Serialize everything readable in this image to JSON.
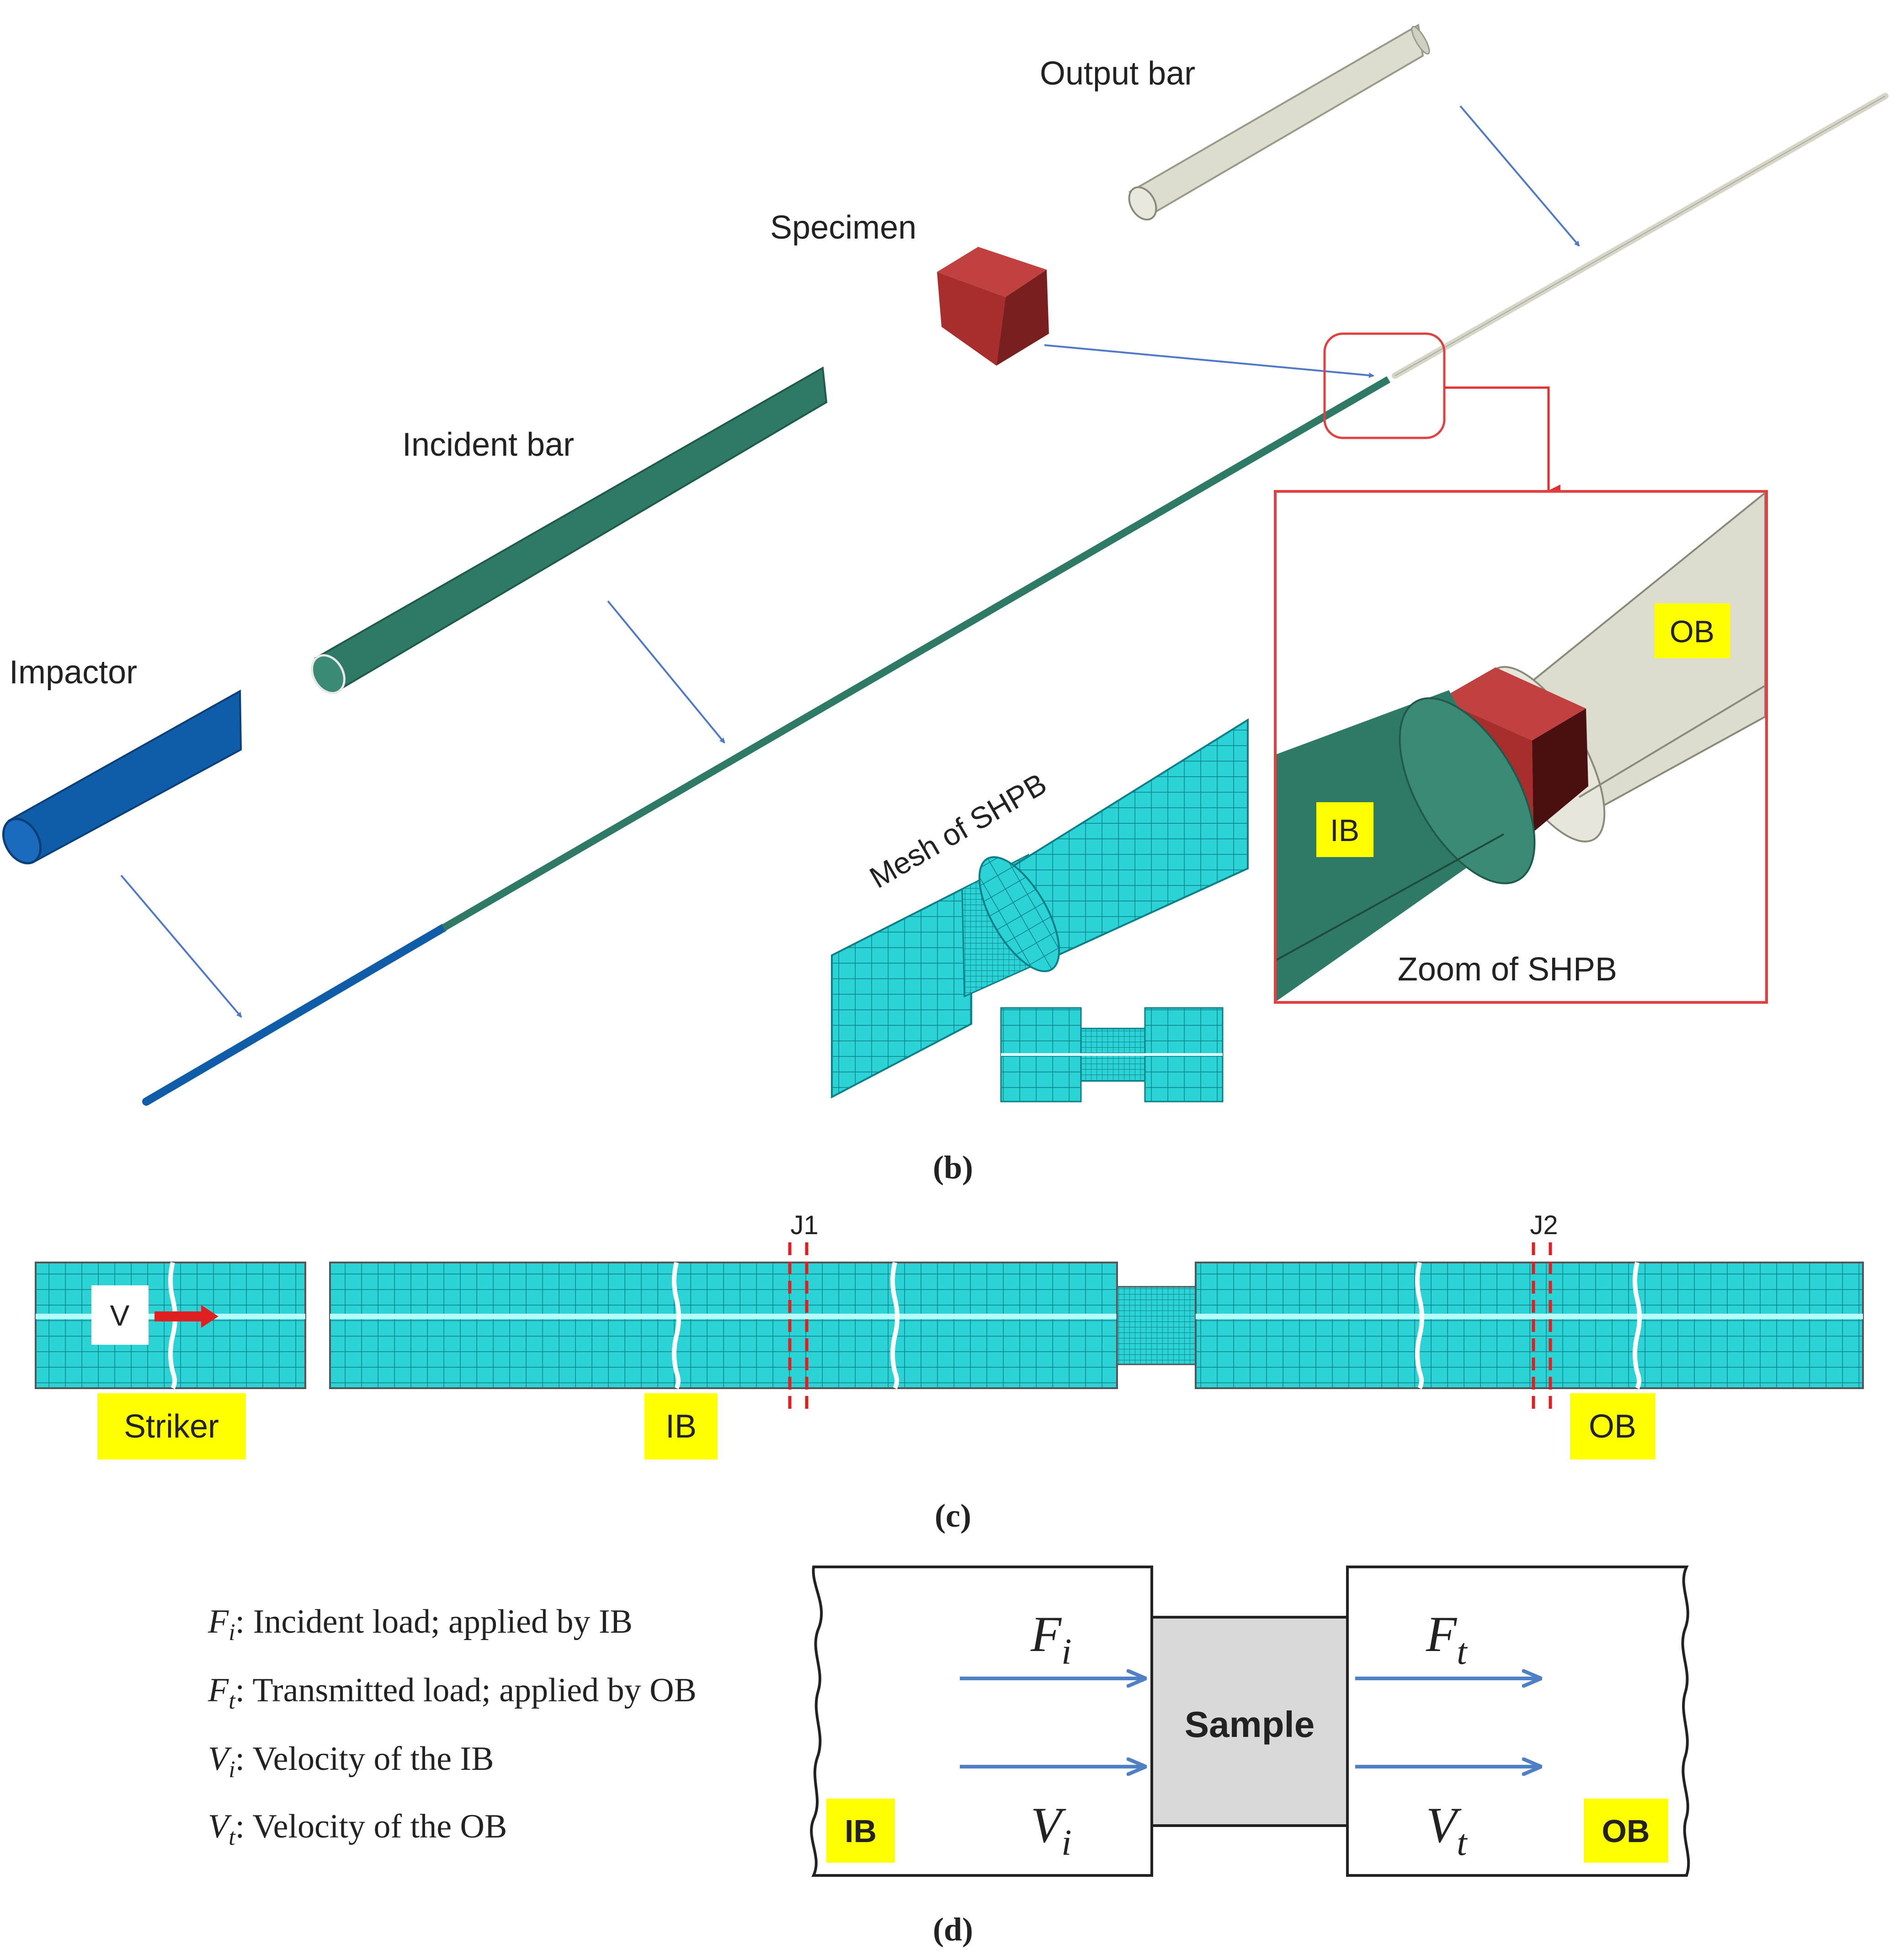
{
  "panel_b": {
    "labels": {
      "output_bar": "Output bar",
      "specimen": "Specimen",
      "incident_bar": "Incident bar",
      "impactor": "Impactor",
      "mesh": "Mesh of SHPB",
      "zoom": "Zoom of SHPB",
      "ob": "OB",
      "ib": "IB"
    },
    "caption": "(b)",
    "colors": {
      "output_bar": "#dcdccf",
      "incident_bar": "#2f7a66",
      "impactor": "#0f5da8",
      "specimen": "#a82d2d",
      "mesh": "#26cfd2",
      "zoom_box": "#e04040",
      "arrow": "#4f78c9"
    }
  },
  "panel_c": {
    "striker": "Striker",
    "ib": "IB",
    "ob": "OB",
    "velocity": "V",
    "j1": "J1",
    "j2": "J2",
    "caption": "(c)"
  },
  "panel_d": {
    "legend": [
      {
        "sym": "F",
        "sub": "i",
        "text": ": Incident load; applied by IB"
      },
      {
        "sym": "F",
        "sub": "t",
        "text": ": Transmitted load;  applied by OB"
      },
      {
        "sym": "V",
        "sub": "i",
        "text": ": Velocity of the IB"
      },
      {
        "sym": "V",
        "sub": "t",
        "text": ": Velocity of the OB"
      }
    ],
    "sample": "Sample",
    "ib": "IB",
    "ob": "OB",
    "fi": {
      "sym": "F",
      "sub": "i"
    },
    "ft": {
      "sym": "F",
      "sub": "t"
    },
    "vi": {
      "sym": "V",
      "sub": "i"
    },
    "vt": {
      "sym": "V",
      "sub": "t"
    },
    "caption": "(d)"
  }
}
